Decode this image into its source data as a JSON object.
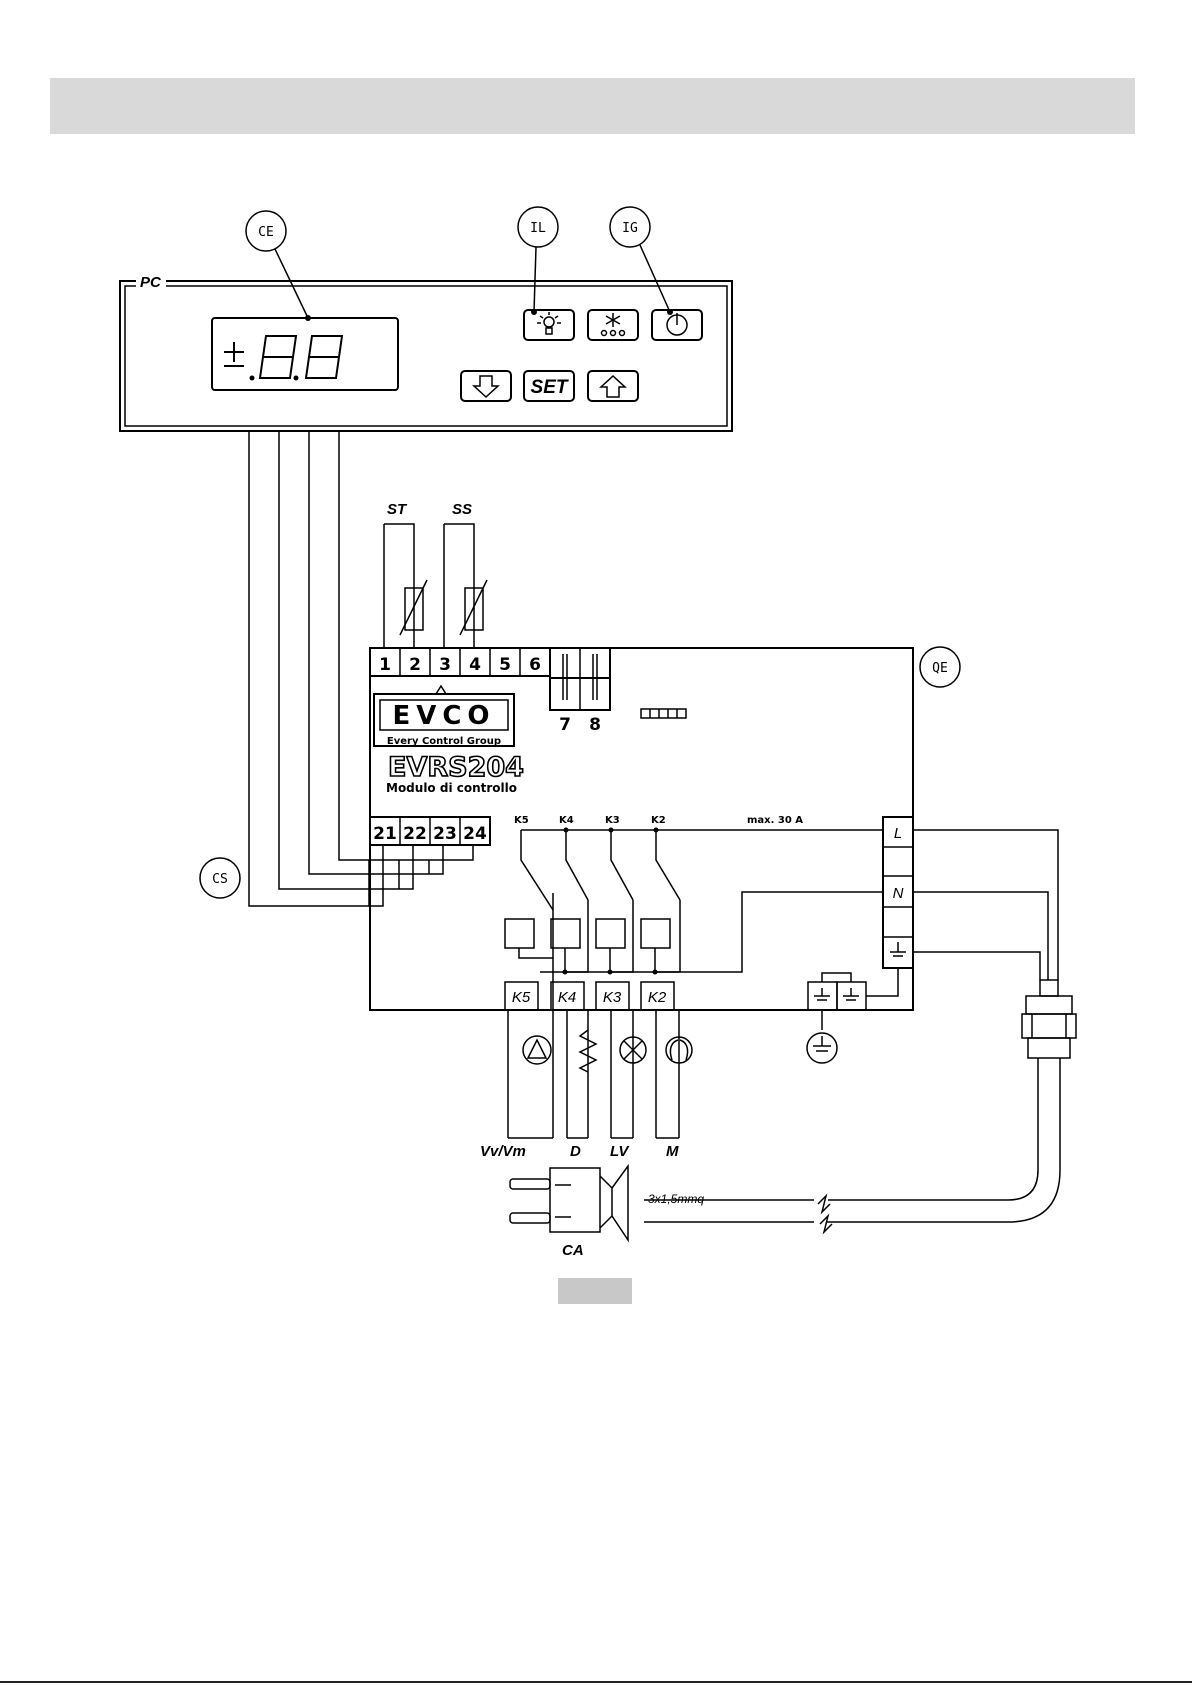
{
  "callouts": {
    "ce": "CE",
    "il": "IL",
    "ig": "IG",
    "qe": "QE",
    "cs": "CS"
  },
  "panel": {
    "label": "PC",
    "display": "±.8.8",
    "set_key": "SET"
  },
  "probes": {
    "st": "ST",
    "ss": "SS"
  },
  "terminals_top": [
    "1",
    "2",
    "3",
    "4",
    "5",
    "6"
  ],
  "terminals_78": [
    "7",
    "8"
  ],
  "terminals_bottom": [
    "21",
    "22",
    "23",
    "24"
  ],
  "module": {
    "brand": "EVCO",
    "brand_sub": "Every Control Group",
    "model": "EVRS204",
    "subtitle": "Modulo di controllo",
    "max_rating": "max. 30 A"
  },
  "relays_top": [
    "K5",
    "K4",
    "K3",
    "K2"
  ],
  "relays_bottom": [
    "K5",
    "K4",
    "K3",
    "K2"
  ],
  "power_terminals": [
    "L",
    "N"
  ],
  "loads": [
    "Vv/Vm",
    "D",
    "LV",
    "M"
  ],
  "cable": {
    "spec": "3x1,5mmq",
    "plug_label": "CA"
  },
  "icons": [
    "light-icon",
    "defrost-icon",
    "power-icon",
    "down-arrow-icon",
    "up-arrow-icon",
    "ground-icon",
    "fan-icon",
    "resistor-icon",
    "lamp-icon",
    "compressor-icon",
    "plug-icon",
    "probe-icon"
  ]
}
